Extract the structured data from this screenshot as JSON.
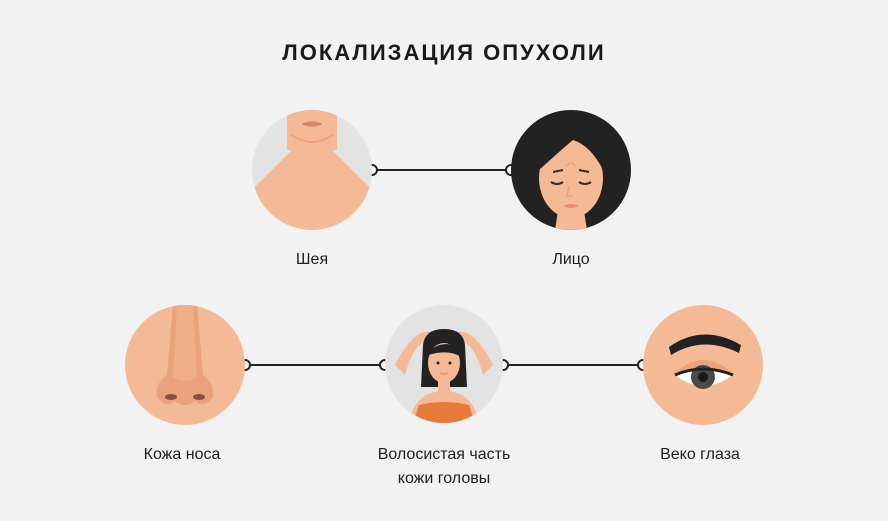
{
  "title": "ЛОКАЛИЗАЦИЯ ОПУХОЛИ",
  "colors": {
    "background": "#f2f2f2",
    "skin": "#f4b995",
    "skin_shadow": "#e9a27c",
    "hair": "#222222",
    "lip": "#e58e6f",
    "connector": "#222222"
  },
  "locations": [
    {
      "id": "neck",
      "label": "Шея",
      "icon": "neck-icon"
    },
    {
      "id": "face",
      "label": "Лицо",
      "icon": "face-icon"
    },
    {
      "id": "nose",
      "label": "Кожа носа",
      "icon": "nose-icon"
    },
    {
      "id": "scalp",
      "label_line1": "Волосистая часть",
      "label_line2": "кожи головы",
      "icon": "scalp-icon"
    },
    {
      "id": "eyelid",
      "label": "Веко глаза",
      "icon": "eyelid-icon"
    }
  ]
}
